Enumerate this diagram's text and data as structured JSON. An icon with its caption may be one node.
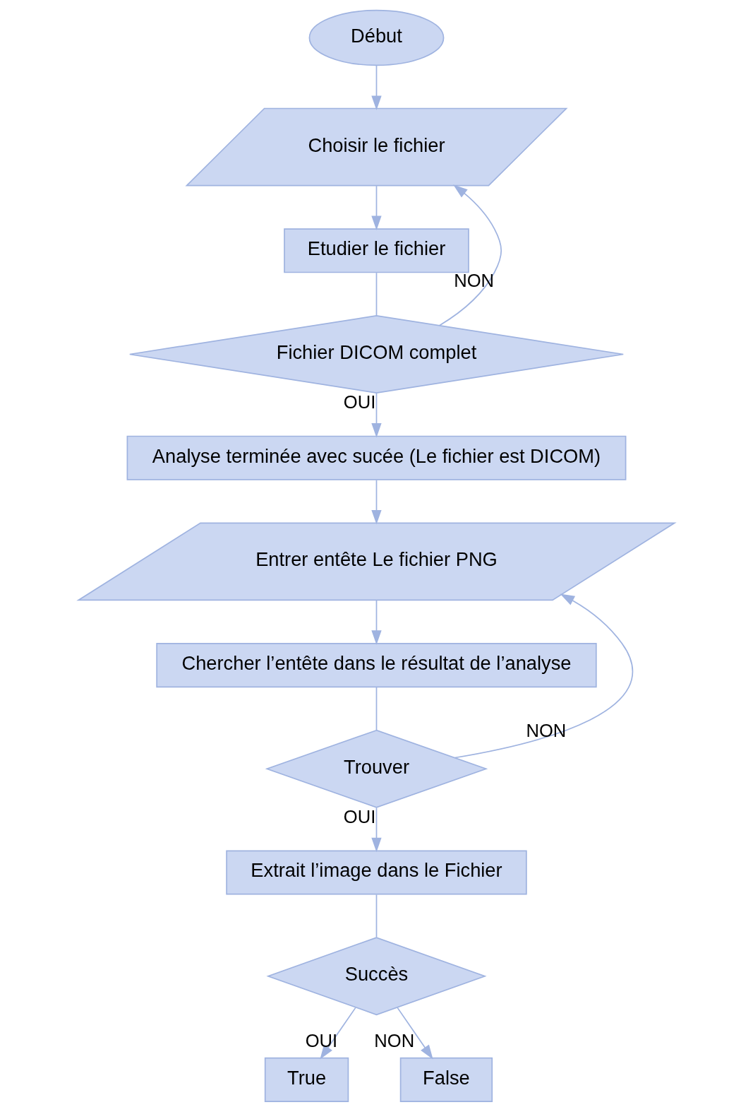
{
  "diagram": {
    "nodes": [
      {
        "text": [
          "Début"
        ]
      },
      {
        "text": [
          "Choisir le fichier"
        ]
      },
      {
        "text": [
          "Etudier le fichier"
        ]
      },
      {
        "text": [
          "Fichier DICOM complet"
        ]
      },
      {
        "text": [
          "Analyse terminée avec sucée (Le fichier est DICOM)"
        ]
      },
      {
        "text": [
          "Entrer entête Le fichier PNG"
        ]
      },
      {
        "text": [
          "Chercher l’entête dans le résultat de l’analyse"
        ]
      },
      {
        "text": [
          "Trouver"
        ]
      },
      {
        "text": [
          "Extrait l’image dans le Fichier"
        ]
      },
      {
        "text": [
          "Succès"
        ]
      },
      {
        "text": [
          "True"
        ]
      },
      {
        "text": [
          "False"
        ]
      }
    ],
    "edges": [
      {
        "from": 0,
        "to": 1,
        "arrow": "to"
      },
      {
        "from": 1,
        "to": 2,
        "arrow": "to"
      },
      {
        "from": 2,
        "to": 3,
        "arrow": "none"
      },
      {
        "from": 3,
        "to": 4,
        "arrow": "to",
        "label": "OUI"
      },
      {
        "from": 3,
        "to": 1,
        "arrow": "to",
        "label": "NON"
      },
      {
        "from": 4,
        "to": 5,
        "arrow": "to"
      },
      {
        "from": 5,
        "to": 6,
        "arrow": "to"
      },
      {
        "from": 6,
        "to": 7,
        "arrow": "none"
      },
      {
        "from": 7,
        "to": 5,
        "arrow": "to",
        "label": "NON"
      },
      {
        "from": 7,
        "to": 8,
        "arrow": "to",
        "label": "OUI"
      },
      {
        "from": 8,
        "to": 9,
        "arrow": "none"
      },
      {
        "from": 9,
        "to": 10,
        "arrow": "to",
        "label": "OUI"
      },
      {
        "from": 9,
        "to": 11,
        "arrow": "to",
        "label": "NON"
      }
    ]
  }
}
